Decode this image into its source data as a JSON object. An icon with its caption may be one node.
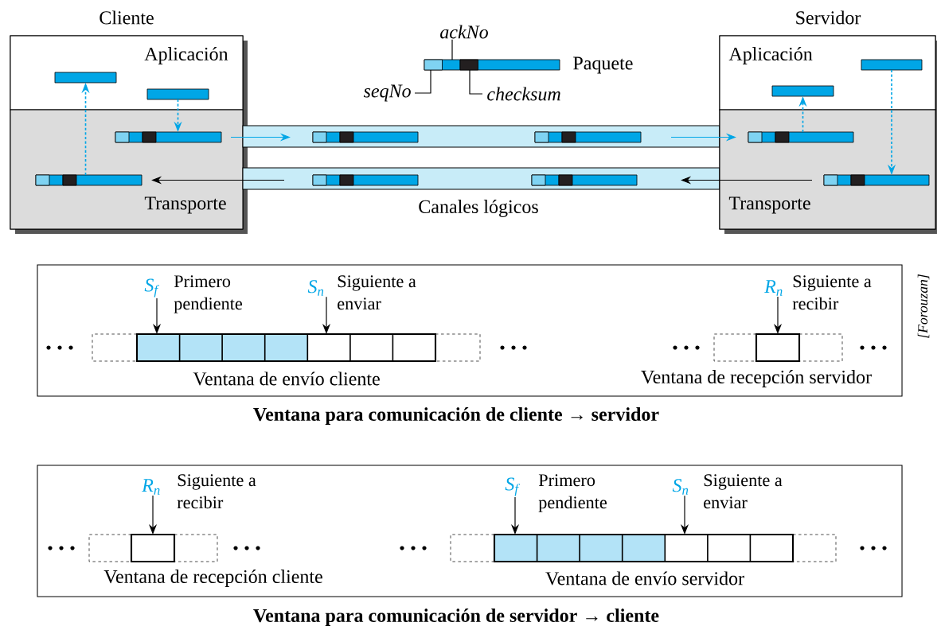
{
  "diagram": {
    "nodes": [
      {
        "text": [
          "Cliente"
        ]
      },
      {
        "text": [
          "Aplicación"
        ],
        "in": 0
      },
      {
        "text": [
          "Transporte"
        ],
        "in": 0
      },
      {
        "text": [],
        "shape": "bar",
        "in": 1
      },
      {
        "text": [],
        "shape": "bar",
        "in": 1
      },
      {
        "text": [],
        "shape": "bar",
        "in": 2
      },
      {
        "text": [],
        "shape": "bar",
        "in": 2
      },
      {
        "text": [],
        "shape": "band"
      },
      {
        "text": [],
        "shape": "band"
      },
      {
        "text": [],
        "shape": "bar",
        "in": 7
      },
      {
        "text": [],
        "shape": "bar",
        "in": 7
      },
      {
        "text": [],
        "shape": "bar",
        "in": 8
      },
      {
        "text": [],
        "shape": "bar",
        "in": 8
      },
      {
        "text": [
          "Servidor"
        ]
      },
      {
        "text": [
          "Aplicación"
        ],
        "in": 13
      },
      {
        "text": [
          "Transporte"
        ],
        "in": 13
      },
      {
        "text": [],
        "shape": "bar",
        "in": 14
      },
      {
        "text": [],
        "shape": "bar",
        "in": 14
      },
      {
        "text": [],
        "shape": "bar",
        "in": 15
      },
      {
        "text": [],
        "shape": "bar",
        "in": 15
      },
      {
        "text": [],
        "shape": "bar",
        "beside": [
          "Paquete"
        ]
      },
      {
        "text": [
          "ackNo"
        ]
      },
      {
        "text": [
          "seqNo"
        ]
      },
      {
        "text": [
          "checksum"
        ]
      },
      {
        "text": [],
        "shape": "box",
        "beside": [
          "Ventana para comunicación de cliente → servidor"
        ]
      },
      {
        "text": [
          "S$_{f}$"
        ],
        "beside": [
          "Primero pendiente"
        ],
        "in": 24
      },
      {
        "text": [
          "S$_{n}$"
        ],
        "beside": [
          "Siguiente a enviar"
        ],
        "in": 24
      },
      {
        "text": [],
        "shape": "box",
        "beside": [
          "Ventana de envío cliente"
        ],
        "in": 24
      },
      {
        "text": [
          "R$_{n}$"
        ],
        "beside": [
          "Siguiente a recibir"
        ],
        "in": 24
      },
      {
        "text": [],
        "shape": "box",
        "beside": [
          "Ventana de recepción servidor"
        ],
        "in": 24
      },
      {
        "text": [],
        "shape": "box",
        "beside": [
          "Ventana para comunicación de servidor → cliente"
        ]
      },
      {
        "text": [
          "R$_{n}$"
        ],
        "beside": [
          "Siguiente a recibir"
        ],
        "in": 30
      },
      {
        "text": [],
        "shape": "box",
        "beside": [
          "Ventana de recepción cliente"
        ],
        "in": 30
      },
      {
        "text": [
          "S$_{f}$"
        ],
        "beside": [
          "Primero pendiente"
        ],
        "in": 30
      },
      {
        "text": [
          "S$_{n}$"
        ],
        "beside": [
          "Siguiente a enviar"
        ],
        "in": 30
      },
      {
        "text": [],
        "shape": "box",
        "beside": [
          "Ventana de envío servidor"
        ],
        "in": 30
      }
    ],
    "edges": [
      {
        "from": 4,
        "to": 5,
        "arrow": "to",
        "style": "dashed",
        "color": "#00a6e6"
      },
      {
        "from": 6,
        "to": 3,
        "arrow": "to",
        "style": "dashed",
        "color": "#00a6e6"
      },
      {
        "from": 5,
        "to": 9,
        "arrow": "to",
        "color": "#00a6e6"
      },
      {
        "from": 10,
        "to": 18,
        "arrow": "to",
        "color": "#00a6e6"
      },
      {
        "from": 18,
        "to": 16,
        "arrow": "to",
        "style": "dashed",
        "color": "#00a6e6"
      },
      {
        "from": 17,
        "to": 19,
        "arrow": "to",
        "style": "dashed",
        "color": "#00a6e6"
      },
      {
        "from": 19,
        "to": 12,
        "arrow": "to"
      },
      {
        "from": 11,
        "to": 6,
        "arrow": "to"
      },
      {
        "from": 22,
        "to": 20,
        "arrow": "none"
      },
      {
        "from": 21,
        "to": 20,
        "arrow": "none"
      },
      {
        "from": 23,
        "to": 20,
        "arrow": "none"
      },
      {
        "from": 25,
        "to": 27,
        "arrow": "to"
      },
      {
        "from": 26,
        "to": 27,
        "arrow": "to"
      },
      {
        "from": 28,
        "to": 29,
        "arrow": "to"
      },
      {
        "from": 31,
        "to": 32,
        "arrow": "to"
      },
      {
        "from": 33,
        "to": 35,
        "arrow": "to"
      },
      {
        "from": 34,
        "to": 35,
        "arrow": "to"
      }
    ],
    "labels": [
      "Canales lógicos",
      "[Forouzan]"
    ]
  }
}
